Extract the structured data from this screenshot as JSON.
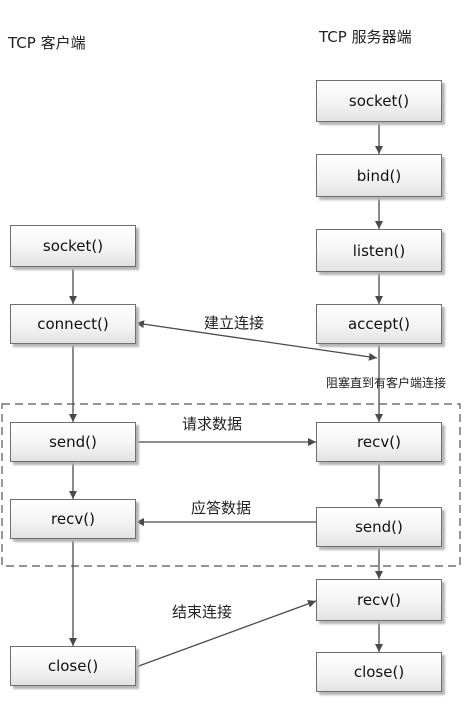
{
  "client": {
    "title": "TCP 客户端",
    "nodes": {
      "socket": "socket()",
      "connect": "connect()",
      "send": "send()",
      "recv": "recv()",
      "close": "close()"
    }
  },
  "server": {
    "title": "TCP 服务器端",
    "nodes": {
      "socket": "socket()",
      "bind": "bind()",
      "listen": "listen()",
      "accept": "accept()",
      "recv1": "recv()",
      "send": "send()",
      "recv2": "recv()",
      "close": "close()"
    }
  },
  "messages": {
    "establish": "建立连接",
    "blocked": "阻塞直到有客户端连接",
    "request": "请求数据",
    "response": "应答数据",
    "terminate": "结束连接"
  },
  "colors": {
    "box_border": "#6f6f6f",
    "line": "#4a4a4a",
    "dashed": "#555555"
  }
}
